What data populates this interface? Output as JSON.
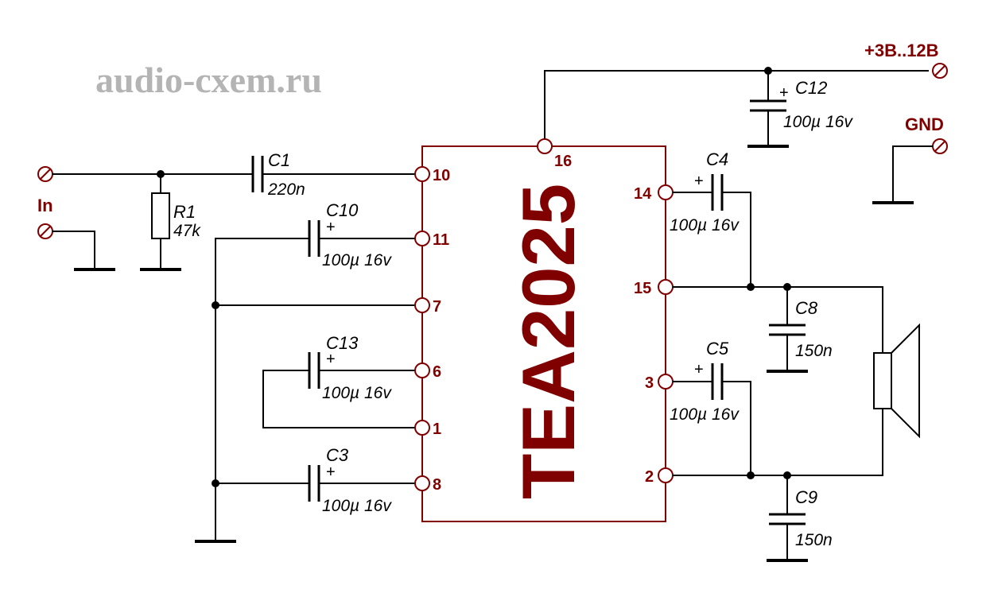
{
  "watermark": "audio-cxem.ru",
  "chip_label": "TEA2025",
  "supply_label": "+3B..12B",
  "gnd_label": "GND",
  "input_label": "In",
  "pins": {
    "p10": "10",
    "p11": "11",
    "p7": "7",
    "p6": "6",
    "p1": "1",
    "p8": "8",
    "p16": "16",
    "p14": "14",
    "p15": "15",
    "p3": "3",
    "p2": "2"
  },
  "components": {
    "c1": {
      "name": "C1",
      "value": "220n"
    },
    "r1": {
      "name": "R1",
      "value": "47k"
    },
    "c10": {
      "name": "C10",
      "value": "100µ 16v"
    },
    "c13": {
      "name": "C13",
      "value": "100µ 16v"
    },
    "c3": {
      "name": "C3",
      "value": "100µ 16v"
    },
    "c12": {
      "name": "C12",
      "value": "100µ 16v"
    },
    "c4": {
      "name": "C4",
      "value": "100µ 16v"
    },
    "c5": {
      "name": "C5",
      "value": "100µ 16v"
    },
    "c8": {
      "name": "C8",
      "value": "150n"
    },
    "c9": {
      "name": "C9",
      "value": "150n"
    }
  },
  "plus_sign": "+",
  "colors": {
    "ic": "#800000",
    "wire": "#000000",
    "watermark": "#b4b4b4"
  }
}
